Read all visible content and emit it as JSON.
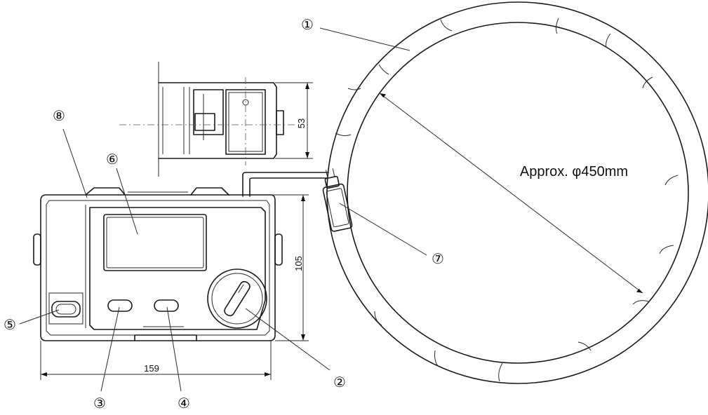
{
  "labels": {
    "sensor": "①",
    "rotary_switch": "②",
    "button_left": "③",
    "button_right": "④",
    "small_button": "⑤",
    "display": "⑥",
    "connector": "⑦",
    "strap_lug": "⑧"
  },
  "dimensions": {
    "width": "159",
    "height": "105",
    "depth": "53",
    "sensor_diameter": "Approx. φ450mm"
  }
}
